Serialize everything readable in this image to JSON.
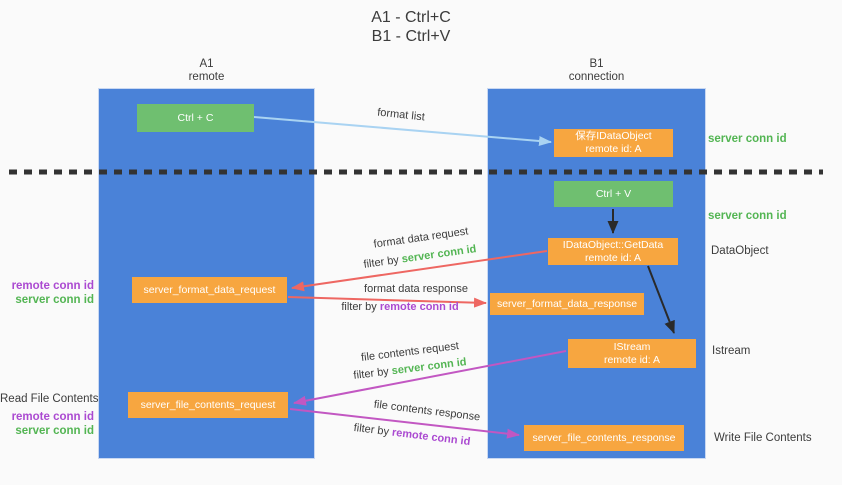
{
  "title": {
    "line1": "A1 - Ctrl+C",
    "line2": "B1 - Ctrl+V"
  },
  "lanes": {
    "a1": {
      "name": "A1",
      "subtitle": "remote"
    },
    "b1": {
      "name": "B1",
      "subtitle": "connection"
    }
  },
  "boxes": {
    "ctrl_c": {
      "label": "Ctrl + C"
    },
    "save_idataobject": {
      "line1": "保存IDataObject",
      "line2": "remote id: A"
    },
    "ctrl_v": {
      "label": "Ctrl + V"
    },
    "getdata": {
      "line1": "IDataObject::GetData",
      "line2": "remote id: A"
    },
    "format_request": {
      "label": "server_format_data_request"
    },
    "format_response": {
      "label": "server_format_data_response"
    },
    "istream": {
      "line1": "IStream",
      "line2": "remote id: A"
    },
    "file_request": {
      "label": "server_file_contents_request"
    },
    "file_response": {
      "label": "server_file_contents_response"
    }
  },
  "arrow_labels": {
    "format_list": "format list",
    "format_data_request": "format data request",
    "format_data_response": "format data response",
    "file_contents_request": "file contents request",
    "file_contents_response": "file contents response",
    "filter_by": "filter by",
    "server_conn_id": "server conn id",
    "remote_conn_id": "remote conn id"
  },
  "side_labels": {
    "server_conn_id_1": "server conn id",
    "server_conn_id_2": "server conn id",
    "dataobject": "DataObject",
    "istream": "Istream",
    "write_file_contents": "Write File Contents",
    "read_file_contents": "Read File Contents",
    "remote_conn_id_left_1": "remote conn id",
    "server_conn_id_left_1": "server conn id",
    "remote_conn_id_left_2": "remote conn id",
    "server_conn_id_left_2": "server conn id"
  },
  "colors": {
    "lane_blue": "#4a82d8",
    "box_green": "#6fbf70",
    "box_orange": "#f7a640",
    "conn_id_green": "#53b553",
    "conn_id_purple": "#ab4ad1",
    "arrow_red": "#ee6762",
    "arrow_magenta": "#c257c2",
    "arrow_lightblue": "#a9d3f2",
    "arrow_black": "#2a2a2a",
    "divider_dark": "#333333",
    "background": "#fafafa",
    "text_dark": "#3c3c3c"
  }
}
